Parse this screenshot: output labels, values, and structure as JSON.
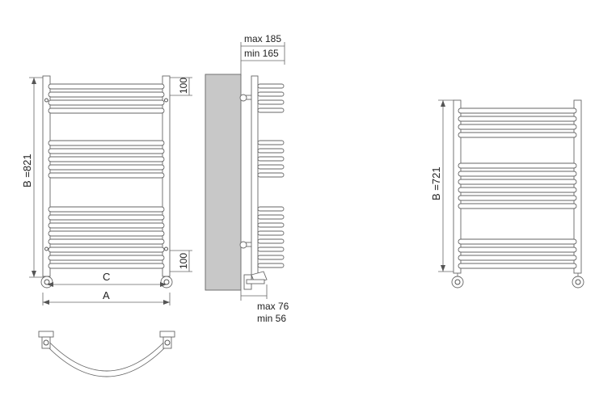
{
  "colors": {
    "line": "#555555",
    "wall": "#c8c8c8",
    "text": "#222222"
  },
  "front_view": {
    "height_label": "B =821",
    "top_bracket_label": "100",
    "bottom_bracket_label": "100",
    "inner_width_label": "C",
    "outer_width_label": "A"
  },
  "side_view": {
    "depth_max_label": "max 185",
    "depth_min_label": "min 165",
    "offset_max_label": "max 76",
    "offset_min_label": "min 56"
  },
  "alt_view": {
    "height_label": "B =721"
  }
}
